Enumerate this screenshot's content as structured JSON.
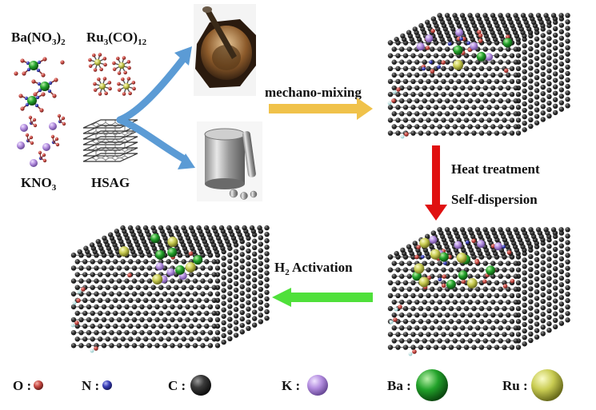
{
  "reagents": {
    "ba_nitrate": "Ba(NO3)2",
    "ru_carbonyl": "Ru3(CO)12",
    "potassium_nitrate": "KNO3",
    "graphite": "HSAG"
  },
  "steps": {
    "mixing": "mechano-mixing",
    "heat_line1": "Heat treatment",
    "heat_line2": "Self-dispersion",
    "activation": "H2 Activation"
  },
  "legend": [
    {
      "label": "O :",
      "color": "#c94a44",
      "size": "small"
    },
    {
      "label": "N :",
      "color": "#3a3fb8",
      "size": "small"
    },
    {
      "label": "C :",
      "color": "#2b2b2b",
      "size": "medium"
    },
    {
      "label": "K :",
      "color": "#b48ee0",
      "size": "medium"
    },
    {
      "label": "Ba :",
      "color": "#22a22a",
      "size": "large"
    },
    {
      "label": "Ru :",
      "color": "#c9cc52",
      "size": "large"
    }
  ],
  "colors": {
    "arrow_blue": "#5b9bd5",
    "arrow_yellow": "#f0c24a",
    "arrow_red": "#e01010",
    "arrow_green": "#4fe03a"
  }
}
